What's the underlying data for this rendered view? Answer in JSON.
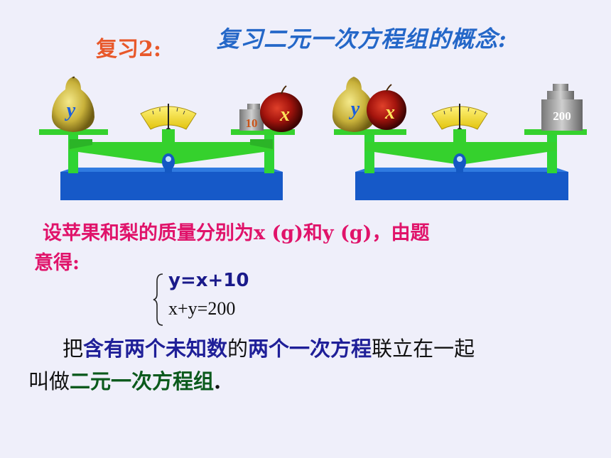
{
  "header": {
    "review_label": "复习2:",
    "title": "复习二元一次方程组的概念:"
  },
  "scene": {
    "left_scale": {
      "pear_label": "y",
      "weight_label": "10",
      "apple_label": "x"
    },
    "right_scale": {
      "pear_label": "y",
      "apple_label": "x",
      "weight_label": "200"
    }
  },
  "problem": {
    "line1": "设苹果和梨的质量分别为x (g)和y (g)，由题",
    "line2": "意得:"
  },
  "system": {
    "eq1": "y=x+10",
    "eq2": "x+y=200"
  },
  "definition": {
    "part1": "把",
    "part2": "含有两个未知数",
    "part3": "的",
    "part4": "两个一次方程",
    "part5": "联立在一起",
    "part6": "叫做",
    "part7": "二元一次方程组",
    "part8": "."
  }
}
